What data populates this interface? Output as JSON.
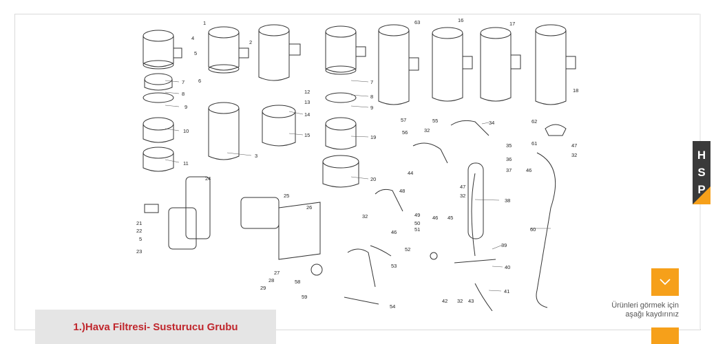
{
  "caption": {
    "title": "1.)Hava Filtresi- Susturucu Grubu"
  },
  "scroll_hint": {
    "line1": "Ürünleri görmek için",
    "line2": "aşağı kaydırınız"
  },
  "brand": {
    "letters": [
      "H",
      "S",
      "P"
    ]
  },
  "colors": {
    "accent": "#f6a01a",
    "caption_text": "#c0272d",
    "caption_bg": "#e5e5e5",
    "brand_bg": "#3a3a3a"
  },
  "icons": {
    "scroll": "chevron-down-icon"
  },
  "diagram_labels": {
    "l1": "1",
    "l2": "2",
    "l3": "3",
    "l4": "4",
    "l5": "5",
    "l6": "6",
    "l7": "7",
    "l8": "8",
    "l9": "9",
    "l10": "10",
    "l11": "11",
    "l12": "12",
    "l13": "13",
    "l14": "14",
    "l15": "15",
    "l16": "16",
    "l17": "17",
    "l18": "18",
    "l19": "19",
    "l20": "20",
    "l21": "21",
    "l22": "22",
    "l23": "23",
    "l24": "24",
    "l25": "25",
    "l26": "26",
    "l27": "27",
    "l28": "28",
    "l29": "29",
    "l32": "32",
    "l34": "34",
    "l35": "35",
    "l36": "36",
    "l37": "37",
    "l38": "38",
    "l39": "39",
    "l40": "40",
    "l41": "41",
    "l42": "42",
    "l43": "43",
    "l44": "44",
    "l45": "45",
    "l46": "46",
    "l47": "47",
    "l48": "48",
    "l49": "49",
    "l50": "50",
    "l51": "51",
    "l52": "52",
    "l53": "53",
    "l54": "54",
    "l55": "55",
    "l56": "56",
    "l57": "57",
    "l58": "58",
    "l59": "59",
    "l60": "60",
    "l61": "61",
    "l62": "62",
    "l63": "63"
  }
}
